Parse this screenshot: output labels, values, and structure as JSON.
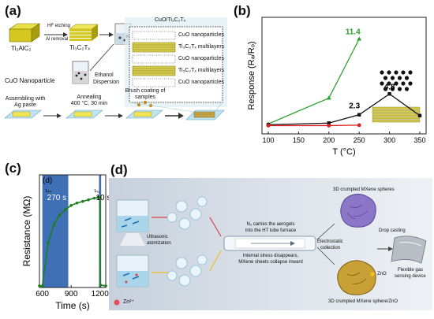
{
  "panel_a": {
    "label": "(a)",
    "ti2alc2": "Ti₂AlC₂",
    "hf_etching": "HF etching",
    "al_removal": "Al removal",
    "ti3c2tx": "Ti₃C₂Tₓ",
    "cuo_nanoparticle": "CuO Nanoparticle",
    "ethanol": "Ethanol",
    "dispersion": "Dispersion",
    "composite_title": "CuO/Ti₃C₂Tₓ",
    "layers": [
      "CuO nanoparticles",
      "Ti₃C₂Tₓ multilayers",
      "CuO nanoparticles",
      "Ti₃C₂Tₓ multilayers",
      "CuO nanoparticles"
    ],
    "step1": "Assembling with Ag paste",
    "step2_a": "Annealing",
    "step2_b": "400 °C, 30 min",
    "step3": "Brush coating of samples"
  },
  "panel_b": {
    "label": "(b)",
    "annotations": [
      "11.4",
      "4.8",
      "2.3"
    ],
    "colors": {
      "green": "#2ca02c",
      "black": "#111111",
      "red": "#e02020"
    },
    "chart_data": {
      "type": "line",
      "xlabel": "T (°C)",
      "ylabel": "Response (Rₐ/Rₒ)",
      "x_ticks": [
        "100",
        "150",
        "200",
        "250",
        "300",
        "350"
      ],
      "xlim": [
        100,
        350
      ],
      "ylim": [
        0,
        14
      ],
      "series": [
        {
          "color": "#2ca02c",
          "x": [
            100,
            200,
            250
          ],
          "y": [
            1.2,
            4.3,
            11.4
          ]
        },
        {
          "color": "#111111",
          "x": [
            100,
            200,
            250,
            300,
            350
          ],
          "y": [
            1.1,
            1.3,
            2.3,
            4.8,
            2.2
          ]
        },
        {
          "color": "#e02020",
          "x": [
            100,
            200,
            250
          ],
          "y": [
            1.0,
            1.0,
            1.05
          ]
        }
      ]
    }
  },
  "panel_c": {
    "label": "(c)",
    "inner_label": "(d)",
    "t_res_label": "tᵣₑₛ",
    "t_res_value": "270 s",
    "t_rec_label": "tᵣₑ꜀",
    "t_rec_value": "10 s",
    "highlight_color": "#3f6fb5",
    "chart_data": {
      "type": "line",
      "xlabel": "Time (s)",
      "ylabel": "Resistance (MΩ)",
      "x_ticks": [
        "600",
        "900",
        "1200"
      ],
      "xlim": [
        570,
        1260
      ],
      "ylim": [
        0,
        1.4
      ],
      "series": [
        {
          "color": "#1e7d1e",
          "x": [
            570,
            600,
            660,
            720,
            780,
            840,
            900,
            960,
            1020,
            1080,
            1140,
            1180,
            1200,
            1205,
            1260
          ],
          "y": [
            0.02,
            0.02,
            0.55,
            0.78,
            0.9,
            0.97,
            1.02,
            1.05,
            1.07,
            1.09,
            1.11,
            1.12,
            1.12,
            0.03,
            0.02
          ]
        }
      ]
    }
  },
  "panel_d": {
    "label": "(d)",
    "ultrasonic": "Ultrasonic",
    "atomization": "atomization",
    "n2_carries": "N₂ carries the aerogels",
    "into_furnace": "into the HT tube furnace",
    "internal_stress": "Internal stress disappears,",
    "sheets_collapse": "MXene sheets collapse inward",
    "spheres_title": "3D crumpled MXene spheres",
    "electrostatic": "Electrostatic",
    "collection": "collection",
    "drop_casting": "Drop casting",
    "flexible": "Flexible gas",
    "sensing": "sensing device",
    "zno": "ZnO",
    "zno_spheres": "3D crumpled MXene sphere/ZnO",
    "zn_ion": "Zn²⁺"
  }
}
